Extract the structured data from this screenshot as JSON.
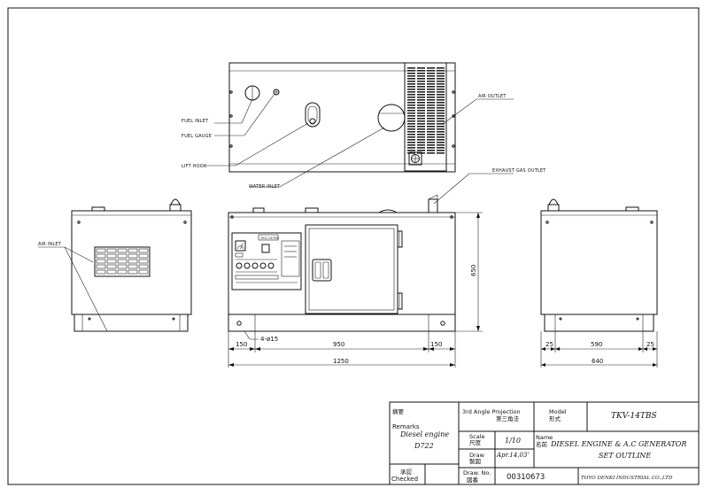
{
  "callouts": {
    "fuel_inlet": "FUEL INLET",
    "fuel_gauge": "FUEL GAUGE",
    "lift_hook": "LIFT HOOK",
    "water_inlet": "WATER INLET",
    "air_outlet": "AIR OUTLET",
    "exhaust_gas_outlet": "EXHAUST GAS OUTLET",
    "air_inlet": "AIR INLET"
  },
  "panel": {
    "logo": "TKV-14TBS"
  },
  "dimensions": {
    "front_left": "150",
    "front_mid": "950",
    "front_right": "150",
    "front_total": "1250",
    "front_height": "650",
    "mount_holes": "4-ø15",
    "side_left": "25",
    "side_mid": "590",
    "side_right": "25",
    "side_total": "640"
  },
  "title_block": {
    "remarks_jp": "摘要",
    "remarks_en": "Remarks",
    "engine_line1": "Diesel engine",
    "engine_line2": "D722",
    "projection_en": "3rd Angle Projection",
    "projection_jp": "第三角法",
    "scale_en": "Scale",
    "scale_jp": "尺度",
    "scale_value": "1/10",
    "draw_en": "Draw",
    "draw_jp": "製図",
    "draw_date": "Apr.14,03'",
    "model_en": "Model",
    "model_jp": "形式",
    "model_value": "TKV-14TBS",
    "name_en": "Name",
    "name_jp": "名前",
    "name_line1": "DIESEL ENGINE & A.C GENERATOR",
    "name_line2": "SET OUTLINE",
    "checked_jp": "承認",
    "checked_en": "Checked",
    "dwg_no_en": "Draw. No.",
    "dwg_no_jp": "図番",
    "dwg_no_value": "00310673",
    "company": "TOYO DENKI INDUSTRIAL CO.,LTD"
  }
}
